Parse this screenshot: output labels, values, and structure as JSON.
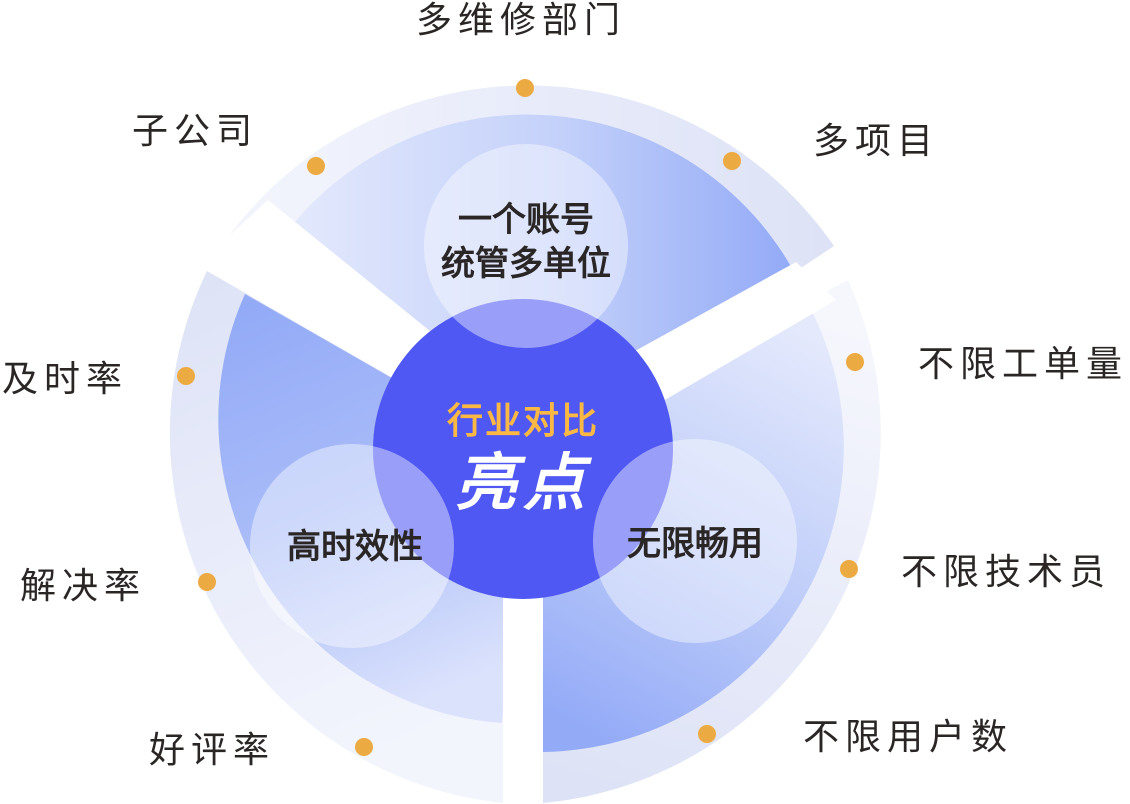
{
  "colors": {
    "center_circle": "#5058f4",
    "center_title": "#fbb843",
    "center_main": "#ffffff",
    "dot": "#ecaa42",
    "label_text": "#2b2626",
    "sector_dark": "#93aaf7",
    "sector_light": "#dde3fb",
    "outer_band": "#dfe4f7"
  },
  "center": {
    "title": "行业对比",
    "main": "亮点"
  },
  "sectors": [
    {
      "id": "top",
      "inner_label_line1": "一个账号",
      "inner_label_line2": "统管多单位",
      "outer_labels": [
        "子公司",
        "多维修部门",
        "多项目"
      ]
    },
    {
      "id": "left",
      "inner_label_line1": "高时效性",
      "outer_labels": [
        "及时率",
        "解决率",
        "好评率"
      ]
    },
    {
      "id": "right",
      "inner_label_line1": "无限畅用",
      "outer_labels": [
        "不限工单量",
        "不限技术员",
        "不限用户数"
      ]
    }
  ]
}
